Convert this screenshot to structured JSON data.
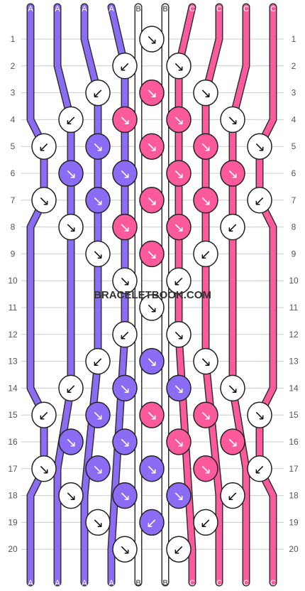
{
  "watermark": "BRACELETBOOK.COM",
  "colors": {
    "A": "#8b6cf5",
    "B": "#ffffff",
    "C": "#fc5a9b"
  },
  "strands_top": [
    "A",
    "A",
    "A",
    "A",
    "B",
    "B",
    "C",
    "C",
    "C",
    "C"
  ],
  "strands_bottom": [
    "A",
    "A",
    "A",
    "A",
    "B",
    "B",
    "C",
    "C",
    "C",
    "C"
  ],
  "rows": [
    "1",
    "2",
    "3",
    "4",
    "5",
    "6",
    "7",
    "8",
    "9",
    "10",
    "11",
    "12",
    "13",
    "14",
    "15",
    "16",
    "17",
    "18",
    "19",
    "20"
  ],
  "knots": [
    [
      "5",
      "↘",
      "B"
    ],
    [
      "4",
      "↙",
      "B"
    ],
    [
      "6",
      "↘",
      "B"
    ],
    [
      "3",
      "↙",
      "B"
    ],
    [
      "5",
      "↘",
      "C"
    ],
    [
      "7",
      "↘",
      "B"
    ],
    [
      "2",
      "↙",
      "B"
    ],
    [
      "4",
      "↘",
      "C"
    ],
    [
      "6",
      "↘",
      "C"
    ],
    [
      "8",
      "↘",
      "B"
    ],
    [
      "1",
      "↙",
      "B"
    ],
    [
      "3",
      "↘",
      "A"
    ],
    [
      "5",
      "↘",
      "C"
    ],
    [
      "7",
      "↘",
      "C"
    ],
    [
      "9",
      "↘",
      "B"
    ],
    [
      "2",
      "↘",
      "A"
    ],
    [
      "4",
      "↘",
      "A"
    ],
    [
      "6",
      "↘",
      "C"
    ],
    [
      "8",
      "↘",
      "C"
    ],
    [
      "1",
      "↘",
      "B"
    ],
    [
      "3",
      "↘",
      "A"
    ],
    [
      "5",
      "↘",
      "C"
    ],
    [
      "7",
      "↘",
      "C"
    ],
    [
      "9",
      "↙",
      "B"
    ],
    [
      "2",
      "↘",
      "B"
    ],
    [
      "4",
      "↘",
      "C"
    ],
    [
      "6",
      "↘",
      "C"
    ],
    [
      "8",
      "↙",
      "B"
    ],
    [
      "3",
      "↘",
      "B"
    ],
    [
      "5",
      "↘",
      "C"
    ],
    [
      "7",
      "↙",
      "B"
    ],
    [
      "4",
      "↘",
      "B"
    ],
    [
      "6",
      "↙",
      "B"
    ],
    [
      "5",
      "↘",
      "B"
    ],
    [
      "4",
      "↙",
      "B"
    ],
    [
      "6",
      "↘",
      "B"
    ],
    [
      "3",
      "↙",
      "B"
    ],
    [
      "5",
      "↘",
      "A"
    ],
    [
      "7",
      "↘",
      "B"
    ],
    [
      "2",
      "↙",
      "B"
    ],
    [
      "4",
      "↘",
      "A"
    ],
    [
      "6",
      "↘",
      "A"
    ],
    [
      "8",
      "↘",
      "B"
    ],
    [
      "1",
      "↙",
      "B"
    ],
    [
      "3",
      "↘",
      "A"
    ],
    [
      "5",
      "↘",
      "C"
    ],
    [
      "7",
      "↘",
      "C"
    ],
    [
      "9",
      "↘",
      "B"
    ],
    [
      "2",
      "↘",
      "A"
    ],
    [
      "4",
      "↘",
      "A"
    ],
    [
      "6",
      "↘",
      "C"
    ],
    [
      "8",
      "↘",
      "C"
    ],
    [
      "1",
      "↘",
      "B"
    ],
    [
      "3",
      "↘",
      "A"
    ],
    [
      "5",
      "↘",
      "A"
    ],
    [
      "7",
      "↘",
      "C"
    ],
    [
      "9",
      "↙",
      "B"
    ],
    [
      "2",
      "↘",
      "B"
    ],
    [
      "4",
      "↘",
      "A"
    ],
    [
      "6",
      "↘",
      "A"
    ],
    [
      "8",
      "↙",
      "B"
    ],
    [
      "3",
      "↘",
      "B"
    ],
    [
      "5",
      "↙",
      "A"
    ],
    [
      "7",
      "↙",
      "B"
    ],
    [
      "4",
      "↘",
      "B"
    ],
    [
      "6",
      "↙",
      "B"
    ]
  ]
}
